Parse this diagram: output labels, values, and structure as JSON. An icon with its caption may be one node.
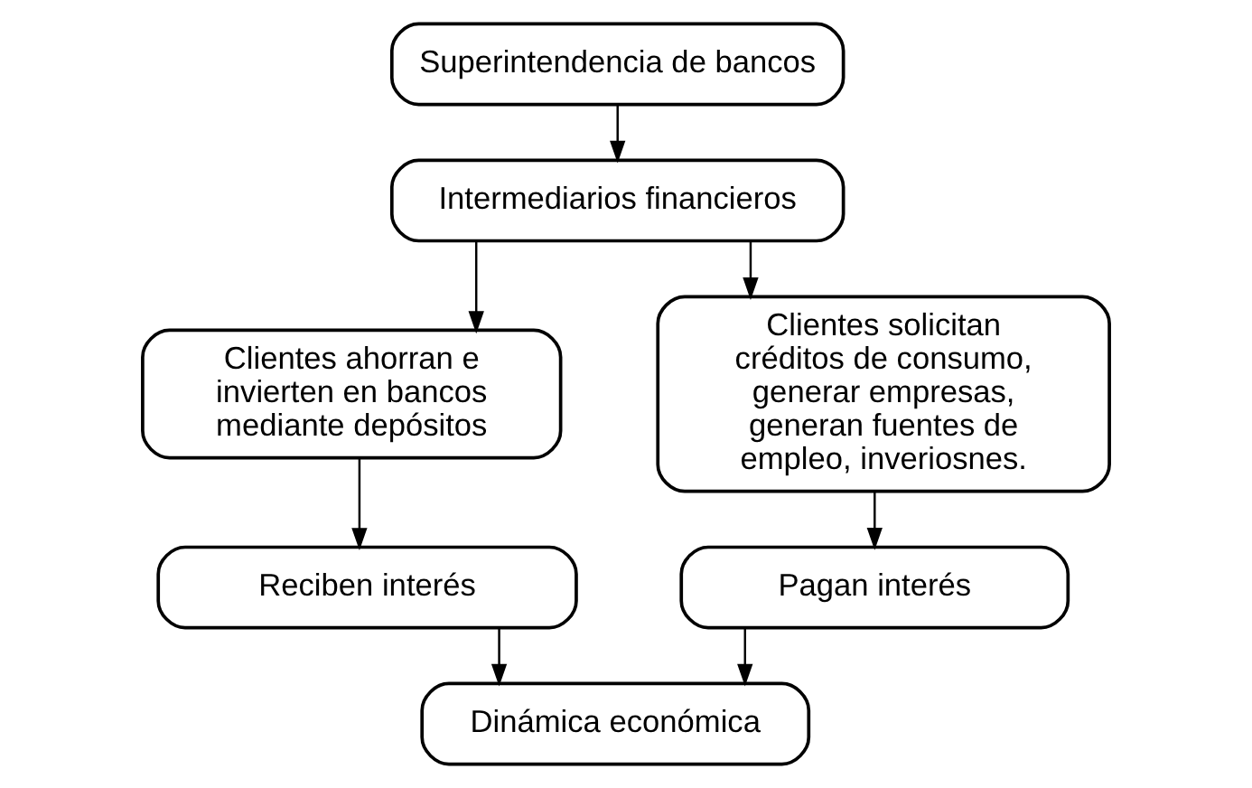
{
  "diagram": {
    "nodes": [
      {
        "text": [
          "Superintendencia de bancos"
        ]
      },
      {
        "text": [
          "Intermediarios financieros"
        ]
      },
      {
        "text": [
          "Clientes ahorran e invierten en bancos mediante depósitos"
        ]
      },
      {
        "text": [
          "Clientes solicitan créditos de consumo, generar empresas, generan fuentes de empleo, inveriosnes."
        ]
      },
      {
        "text": [
          "Reciben interés"
        ]
      },
      {
        "text": [
          "Pagan interés"
        ]
      },
      {
        "text": [
          "Dinámica económica"
        ]
      }
    ],
    "edges": [
      {
        "from": 0,
        "to": 1,
        "arrow": "to"
      },
      {
        "from": 1,
        "to": 2,
        "arrow": "to"
      },
      {
        "from": 1,
        "to": 3,
        "arrow": "to"
      },
      {
        "from": 2,
        "to": 4,
        "arrow": "to"
      },
      {
        "from": 3,
        "to": 5,
        "arrow": "to"
      },
      {
        "from": 4,
        "to": 6,
        "arrow": "to"
      },
      {
        "from": 5,
        "to": 6,
        "arrow": "to"
      }
    ]
  }
}
